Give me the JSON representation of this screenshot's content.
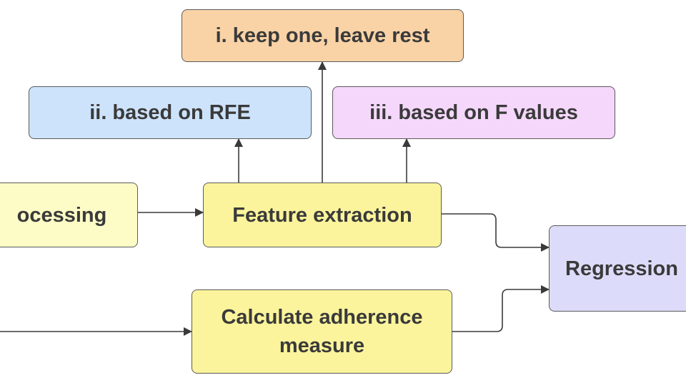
{
  "nodes": {
    "keep_one": {
      "label": "i. keep one, leave rest",
      "color": "#f9d3a6"
    },
    "rfe": {
      "label": "ii. based on RFE",
      "color": "#cde3fb"
    },
    "f_values": {
      "label": "iii. based on F values",
      "color": "#f4d7fa"
    },
    "processing": {
      "label": "ocessing",
      "color": "#fdfcc7"
    },
    "feature_extraction": {
      "label": "Feature extraction",
      "color": "#fbf49c"
    },
    "adherence": {
      "label_line1": "Calculate adherence",
      "label_line2": "measure",
      "color": "#fbf49c"
    },
    "regression": {
      "label": "Regression",
      "color": "#dcdcfa"
    }
  },
  "edges": [
    {
      "from": "processing",
      "to": "feature_extraction"
    },
    {
      "from": "feature_extraction",
      "to": "rfe"
    },
    {
      "from": "feature_extraction",
      "to": "keep_one"
    },
    {
      "from": "feature_extraction",
      "to": "f_values"
    },
    {
      "from": "feature_extraction",
      "to": "regression"
    },
    {
      "from": "adherence",
      "to": "regression"
    },
    {
      "from": "offscreen-left",
      "to": "adherence"
    }
  ],
  "colors": {
    "edge": "#3a3a3a",
    "border": "#5a5a5a",
    "text": "#3a3a3a"
  }
}
